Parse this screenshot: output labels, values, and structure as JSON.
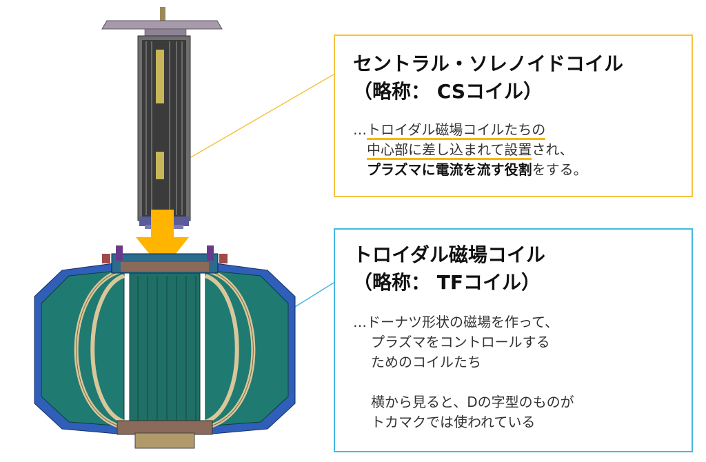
{
  "cs": {
    "title_line1": "セントラル・ソレノイドコイル",
    "title_line2": "（略称： CSコイル）",
    "desc_line1_a": "…",
    "desc_line1_b": "トロイダル磁場コイルたちの",
    "desc_line2_a": "中心部に差し込まれて設置",
    "desc_line2_b": "され、",
    "desc_line3_a": "プラズマに電流を流す役割",
    "desc_line3_b": "をする。"
  },
  "tf": {
    "title_line1": "トロイダル磁場コイル",
    "title_line2": "（略称： TFコイル）",
    "desc_lines": [
      "…ドーナツ形状の磁場を作って、",
      "プラズマをコントロールする",
      "ためのコイルたち",
      "",
      "横から見ると、Dの字型のものが",
      "トカマクでは使われている"
    ]
  },
  "colors": {
    "cs_border": "#f5c242",
    "tf_border": "#45b8e0",
    "arrow": "#ffb400",
    "underline": "#f5b800",
    "coil_teal": "#1f7a72",
    "coil_blue": "#2f5fb8",
    "tf_ring": "#d8c79a"
  }
}
